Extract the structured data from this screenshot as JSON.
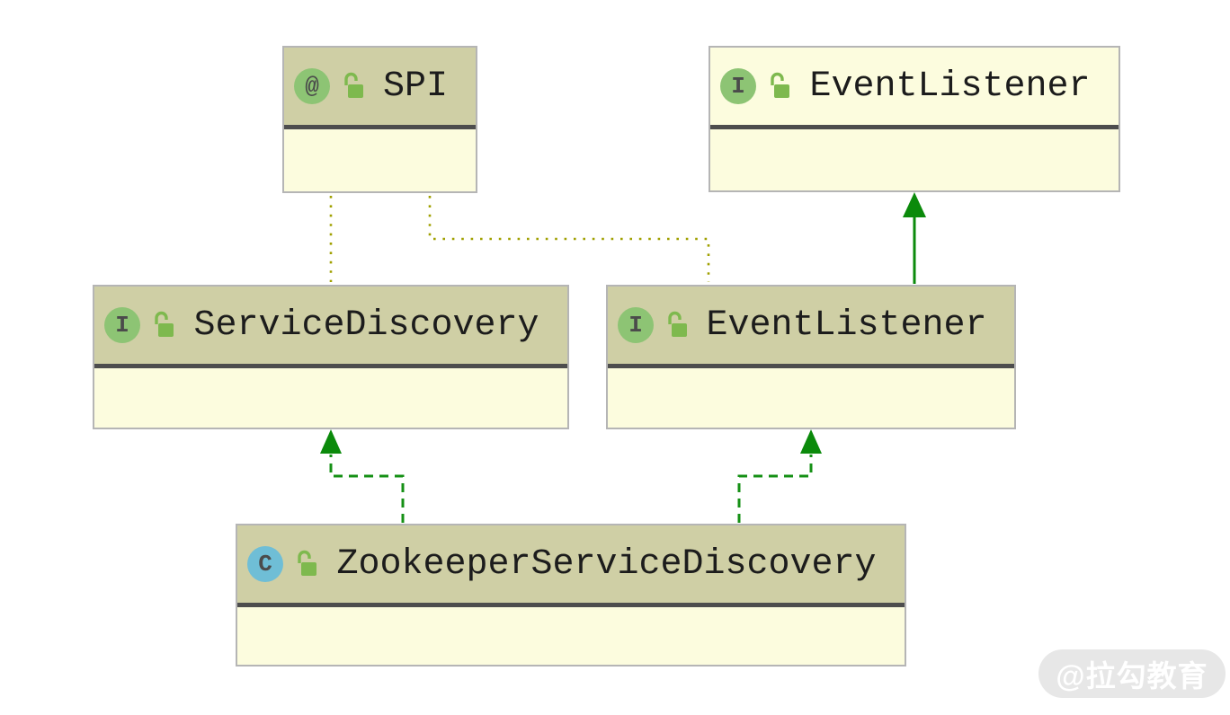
{
  "diagram": {
    "kind": "uml-class-diagram",
    "background": "#ffffff",
    "nodes": [
      {
        "id": "spi",
        "label": "SPI",
        "type": "annotation",
        "icon": "annotation-icon",
        "icon_letter": "@",
        "visibility": "public-open-lock",
        "header_highlighted": true
      },
      {
        "id": "event-listener-top",
        "label": "EventListener",
        "type": "interface",
        "icon": "interface-icon",
        "icon_letter": "I",
        "visibility": "public-open-lock",
        "header_highlighted": false
      },
      {
        "id": "service-discovery",
        "label": "ServiceDiscovery",
        "type": "interface",
        "icon": "interface-icon",
        "icon_letter": "I",
        "visibility": "public-open-lock",
        "header_highlighted": true
      },
      {
        "id": "event-listener-mid",
        "label": "EventListener",
        "type": "interface",
        "icon": "interface-icon",
        "icon_letter": "I",
        "visibility": "public-open-lock",
        "header_highlighted": true
      },
      {
        "id": "zookeeper-service-discovery",
        "label": "ZookeeperServiceDiscovery",
        "type": "class",
        "icon": "class-icon",
        "icon_letter": "C",
        "visibility": "public-open-lock",
        "header_highlighted": true
      }
    ],
    "edges": [
      {
        "from": "service-discovery",
        "to": "spi",
        "relation": "annotated-with",
        "style": "dotted",
        "color": "#a0a000",
        "arrowhead": false
      },
      {
        "from": "event-listener-mid",
        "to": "spi",
        "relation": "annotated-with",
        "style": "dotted",
        "color": "#a0a000",
        "arrowhead": false
      },
      {
        "from": "event-listener-mid",
        "to": "event-listener-top",
        "relation": "extends",
        "style": "solid",
        "color": "#0b8a0b",
        "arrowhead": true
      },
      {
        "from": "zookeeper-service-discovery",
        "to": "service-discovery",
        "relation": "implements",
        "style": "dashed",
        "color": "#159015",
        "arrowhead": true
      },
      {
        "from": "zookeeper-service-discovery",
        "to": "event-listener-mid",
        "relation": "implements",
        "style": "dashed",
        "color": "#159015",
        "arrowhead": true
      }
    ],
    "colors": {
      "node_header": "#cfcfa5",
      "node_body": "#fcfcde",
      "node_border": "#b5b5b5",
      "node_divider": "#4d4d4d",
      "interface_icon_green": "#8dc474",
      "class_icon_blue": "#6fbed6",
      "lock_green": "#7eb94e",
      "dotted_edge": "#a0a000",
      "green_edge": "#0b8a0b"
    },
    "watermark": {
      "text": "@拉勾教育"
    }
  }
}
